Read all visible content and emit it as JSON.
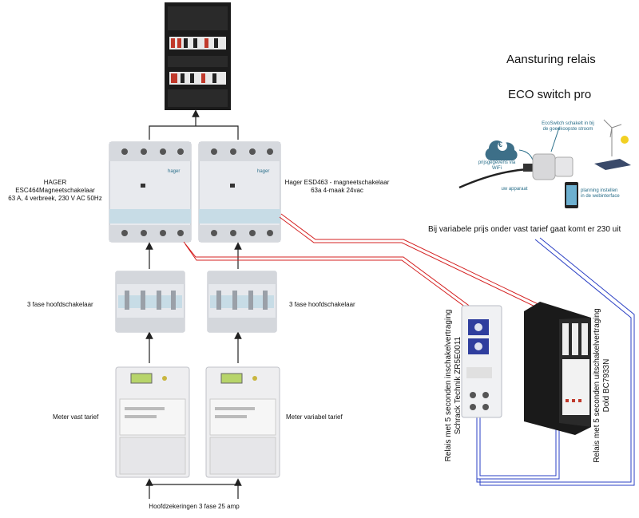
{
  "titles": {
    "main": "Aansturing relais",
    "product": "ECO switch pro"
  },
  "labels": {
    "contactor1": [
      "HAGER ESC464Magneetschakelaar",
      "63 A, 4 verbreek, 230 V AC 50Hz"
    ],
    "contactor2": [
      "Hager ESD463 - magneetschakelaar",
      "63a 4-maak 24vac"
    ],
    "switch1": "3 fase hoofdschakelaar",
    "switch2": "3 fase hoofdschakelaar",
    "meter1": "Meter vast tarief",
    "meter2": "Meter variabel tarief",
    "fuses": "Hoofdzekeringen 3 fase 25 amp",
    "variable_note": "Bij variabele prijs onder vast tarief gaat komt er 230 uit",
    "relay1": [
      "Relais met 5 seconden inschakelvertraging",
      "Schrack Technik ZR5E0011"
    ],
    "relay2": [
      "Relais met 5 seconden uitschakelvertraging",
      "Dold BC7933N"
    ],
    "contactor_brand": "hager"
  },
  "ecoswitch": {
    "callout_top": "EcoSwitch schakelt in bij de goedkoopste stroom",
    "callout_left": "prijsgegevens via WiFi",
    "callout_bottom": "uw apparaat",
    "callout_right": "planning instellen in de webinterface",
    "cloud_symbol": "€"
  },
  "colors": {
    "red_wire": "#d42020",
    "blue_wire": "#2a3fc4",
    "arrow": "#222222",
    "panel_gray": "#e4e6ea",
    "eco_teal": "#2a6f8a"
  },
  "icons": [
    "up-arrow-icon",
    "cloud-euro-icon",
    "wind-turbine-icon",
    "solar-panel-icon",
    "smartphone-icon",
    "power-plug-icon"
  ]
}
